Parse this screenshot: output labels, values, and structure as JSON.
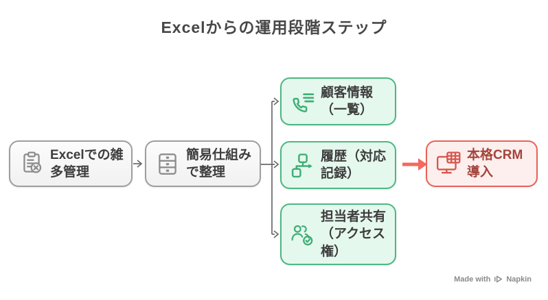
{
  "title": "Excelからの運用段階ステップ",
  "nodes": [
    {
      "id": "excel-management",
      "label": "Excelでの雑\n多管理",
      "icon": "clipboard-x-icon",
      "variant": "gray"
    },
    {
      "id": "simple-organize",
      "label": "簡易仕組み\nで整理",
      "icon": "drawer-icon",
      "variant": "gray"
    },
    {
      "id": "customer-info",
      "label": "顧客情報\n（一覧）",
      "icon": "phone-list-icon",
      "variant": "green"
    },
    {
      "id": "history-records",
      "label": "履歴（対応\n記録）",
      "icon": "workflow-icon",
      "variant": "green"
    },
    {
      "id": "staff-sharing",
      "label": "担当者共有\n（アクセス\n権）",
      "icon": "users-check-icon",
      "variant": "green"
    },
    {
      "id": "crm-adoption",
      "label": "本格CRM\n導入",
      "icon": "monitor-spreadsheet-icon",
      "variant": "red"
    }
  ],
  "colors": {
    "gray_border": "#9e9e9e",
    "gray_icon": "#8d8d8d",
    "green_border": "#4cb781",
    "green_fill": "#e5f8ed",
    "green_icon": "#3fae76",
    "red_border": "#e8625a",
    "red_fill": "#fdefed",
    "red_text": "#a5443d",
    "red_icon": "#d6574e",
    "red_arrow": "#f4685e",
    "connector_gray": "#696969",
    "text": "#3d3d3d"
  },
  "footer": {
    "made_with": "Made with",
    "brand": "Napkin"
  }
}
